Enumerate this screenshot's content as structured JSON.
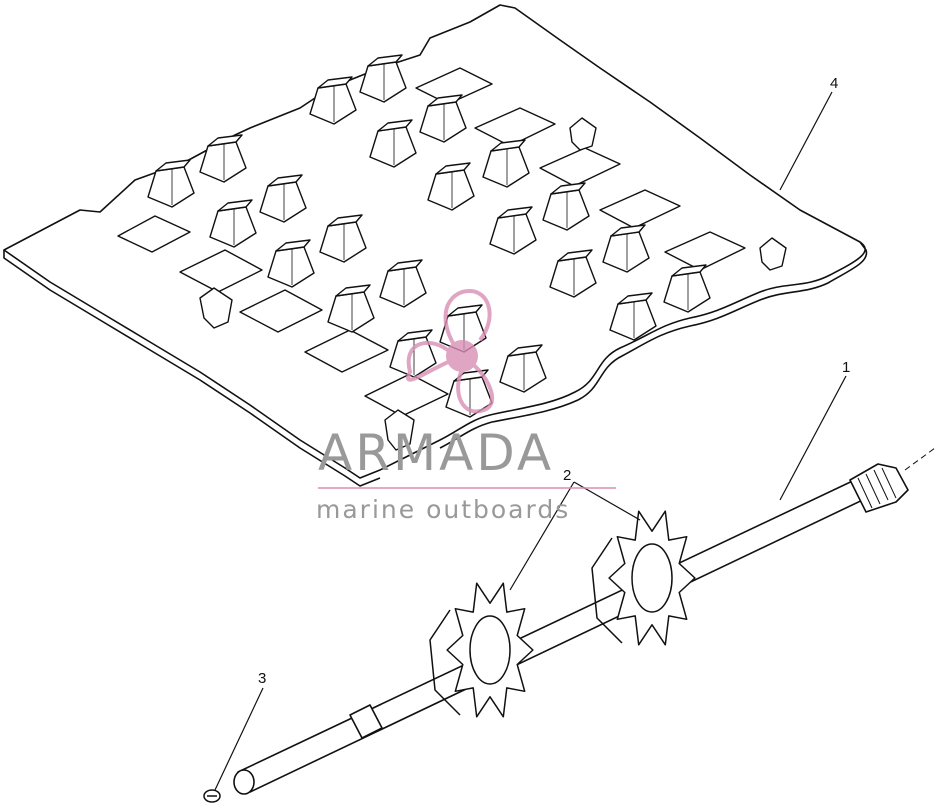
{
  "diagram": {
    "callouts": [
      {
        "id": "1",
        "label": "1"
      },
      {
        "id": "2",
        "label": "2"
      },
      {
        "id": "3",
        "label": "3"
      },
      {
        "id": "4",
        "label": "4"
      }
    ]
  },
  "watermark": {
    "brand": "ARMADA",
    "tagline": "marine outboards",
    "logo_color": "#d98fb4",
    "text_color": "#999999"
  }
}
